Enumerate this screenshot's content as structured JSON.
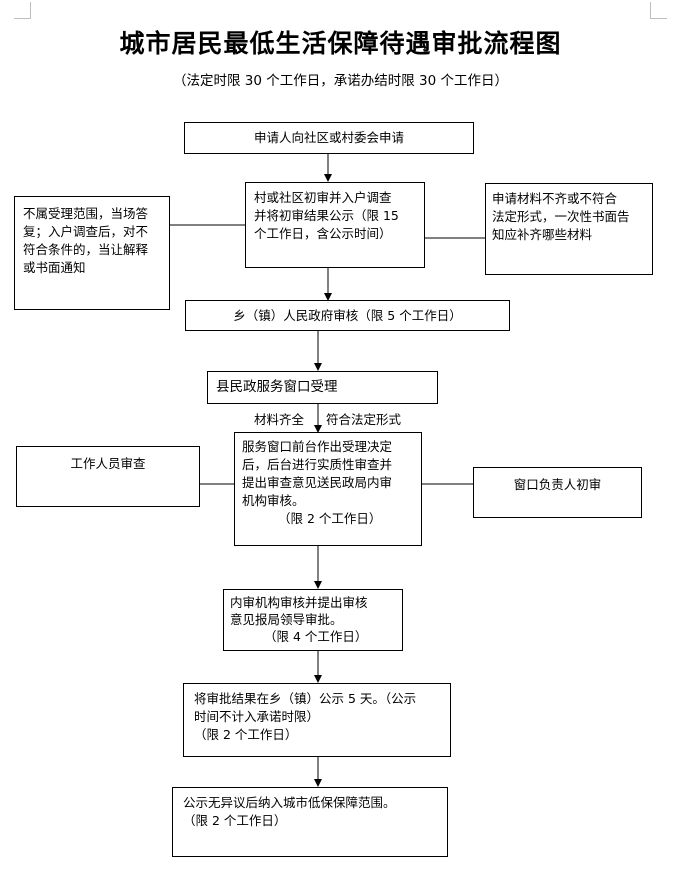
{
  "title": "城市居民最低生活保障待遇审批流程图",
  "subtitle": "（法定时限 30 个工作日，承诺办结时限 30 个工作日）",
  "nodes": {
    "apply": "申请人向社区或村委会申请",
    "community_review": [
      "村或社区初审并入户调查",
      "并将初审结果公示（限 15",
      "个工作日，含公示时间）"
    ],
    "left_notice": [
      "不属受理范围，当场答",
      "复；入户调查后，对不",
      "符合条件的，当让解释",
      "或书面通知"
    ],
    "right_notice": [
      "申请材料不齐或不符合",
      "法定形式，一次性书面告",
      "知应补齐哪些材料"
    ],
    "township_review": "乡（镇）人民政府审核（限 5 个工作日）",
    "county_window": "县民政服务窗口受理",
    "materials_label": "材料齐全",
    "form_label": "符合法定形式",
    "window_decision": [
      "服务窗口前台作出受理决定",
      "后，后台进行实质性审查并",
      "提出审查意见送民政局内审",
      "机构审核。",
      "（限 2 个工作日）"
    ],
    "staff_review": "工作人员审查",
    "window_head_review": "窗口负责人初审",
    "internal_audit": [
      "内审机构审核并提出审核",
      "意见报局领导审批。",
      "（限 4 个工作日）"
    ],
    "publicize": [
      "将审批结果在乡（镇）公示 5 天。（公示",
      "时间不计入承诺时限）",
      "（限 2 个工作日）"
    ],
    "final": [
      "公示无异议后纳入城市低保保障范围。",
      "（限 2 个工作日）"
    ]
  }
}
